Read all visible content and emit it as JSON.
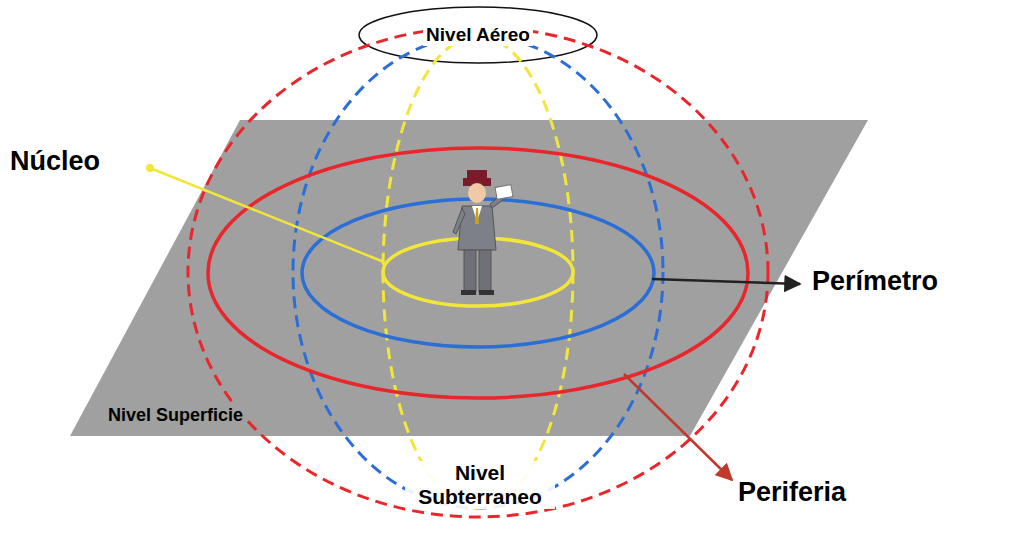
{
  "diagram": {
    "nodes": [
      {
        "text": [
          "Nivel Aéreo"
        ]
      },
      {
        "text": [
          "Nivel Superficie"
        ]
      }
    ],
    "labels": [
      "Núcleo",
      "Perímetro",
      "Periferia",
      "Nivel Subterraneo"
    ]
  }
}
